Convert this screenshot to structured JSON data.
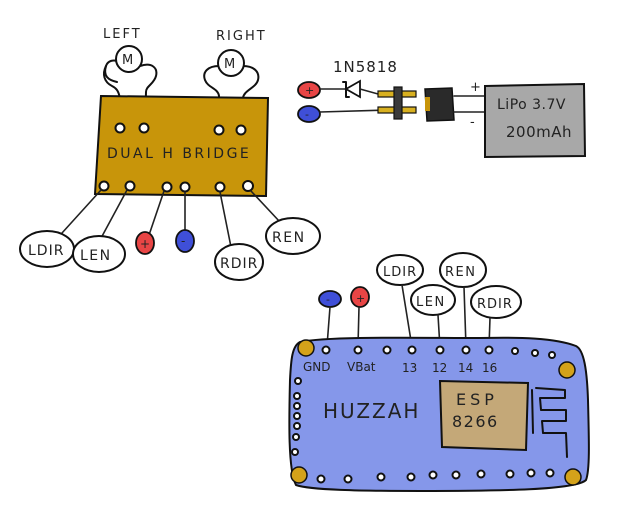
{
  "colors": {
    "hbridge_board": "#c8950a",
    "huzzah_board": "#8597ea",
    "esp_module": "#c4a878",
    "battery": "#a8a8a8",
    "terminal_plus": "#e84545",
    "terminal_minus": "#3f4fd8",
    "mount_hole": "#d4a21a",
    "header_pin": "#d8b020",
    "connector": "#2a2a2a"
  },
  "motors": [
    {
      "label": "LEFT",
      "symbol": "M"
    },
    {
      "label": "RIGHT",
      "symbol": "M"
    }
  ],
  "hbridge": {
    "title": "DUAL H BRIDGE",
    "pin_labels": [
      "LDIR",
      "LEN",
      "+",
      "-",
      "RDIR",
      "REN"
    ]
  },
  "power": {
    "diode_label": "1N5818",
    "battery_line1": "LiPo 3.7V",
    "battery_line2": "200mAh",
    "plus_sign": "+",
    "minus_sign": "-",
    "terminal_plus": "+",
    "terminal_minus": "-"
  },
  "huzzah": {
    "title": "HUZZAH",
    "module_line1": "ESP",
    "module_line2": "8266",
    "pin_labels": [
      "GND",
      "VBat",
      "13",
      "12",
      "14",
      "16"
    ],
    "signal_labels": [
      "LDIR",
      "LEN",
      "REN",
      "RDIR"
    ],
    "terminal_minus": "-",
    "terminal_plus": "+"
  }
}
